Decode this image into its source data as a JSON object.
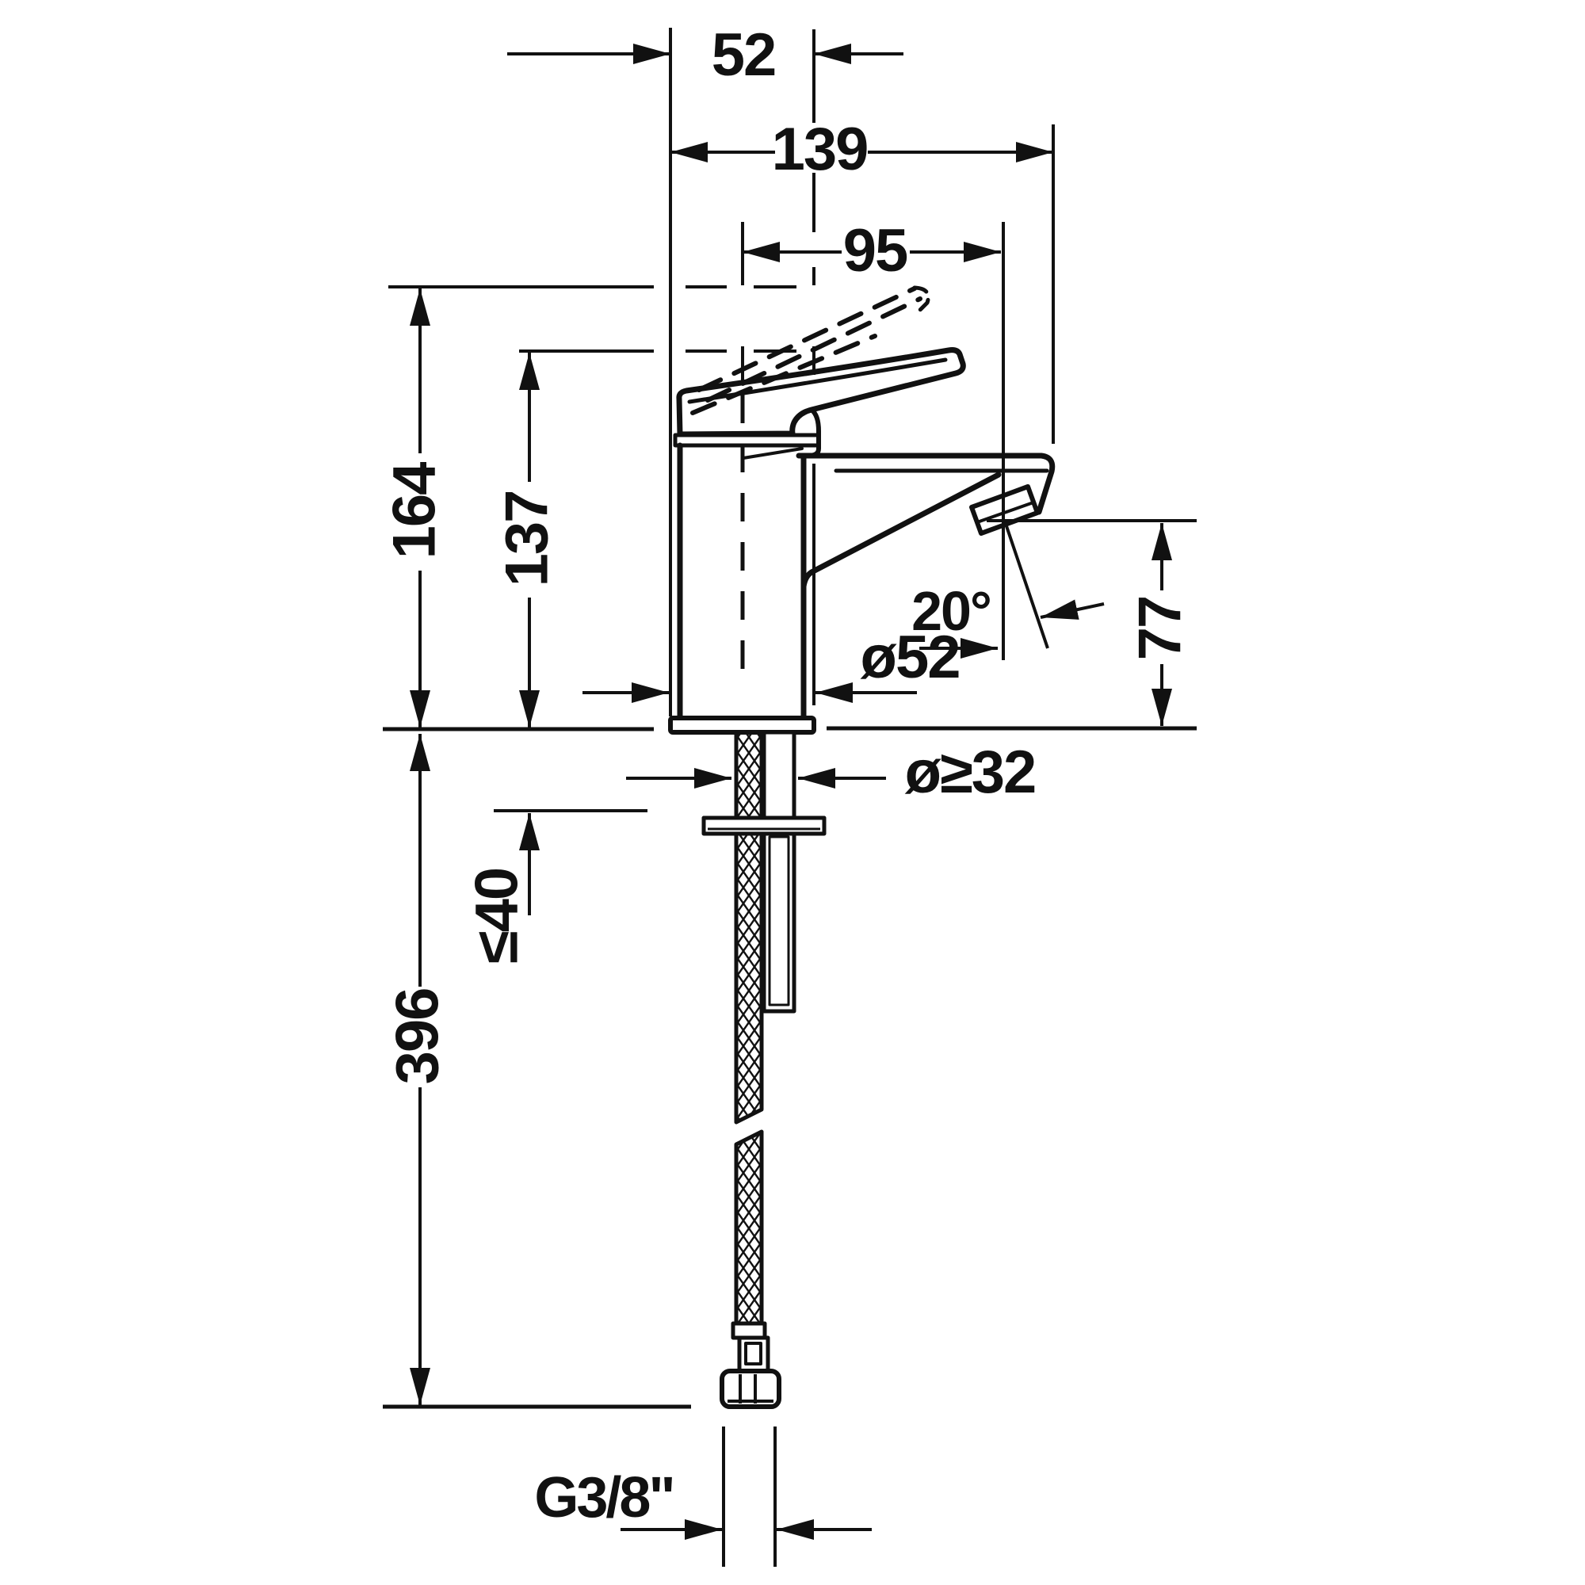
{
  "drawing": {
    "title": "Single-lever basin mixer tap – dimensional side view",
    "type": "technical-dimension-drawing",
    "units": "mm",
    "labels": {
      "width_top": "52",
      "projection_total": "139",
      "projection_spout": "95",
      "height_total": "164",
      "height_body": "137",
      "spout_angle": "20°",
      "base_diameter": "ø52",
      "outlet_height": "77",
      "hole_diameter": "ø≥32",
      "deck_thickness_max": "≤40",
      "below_deck_length": "396",
      "thread": "G3/8\""
    },
    "line_color": "#111111",
    "background_color": "#ffffff"
  }
}
